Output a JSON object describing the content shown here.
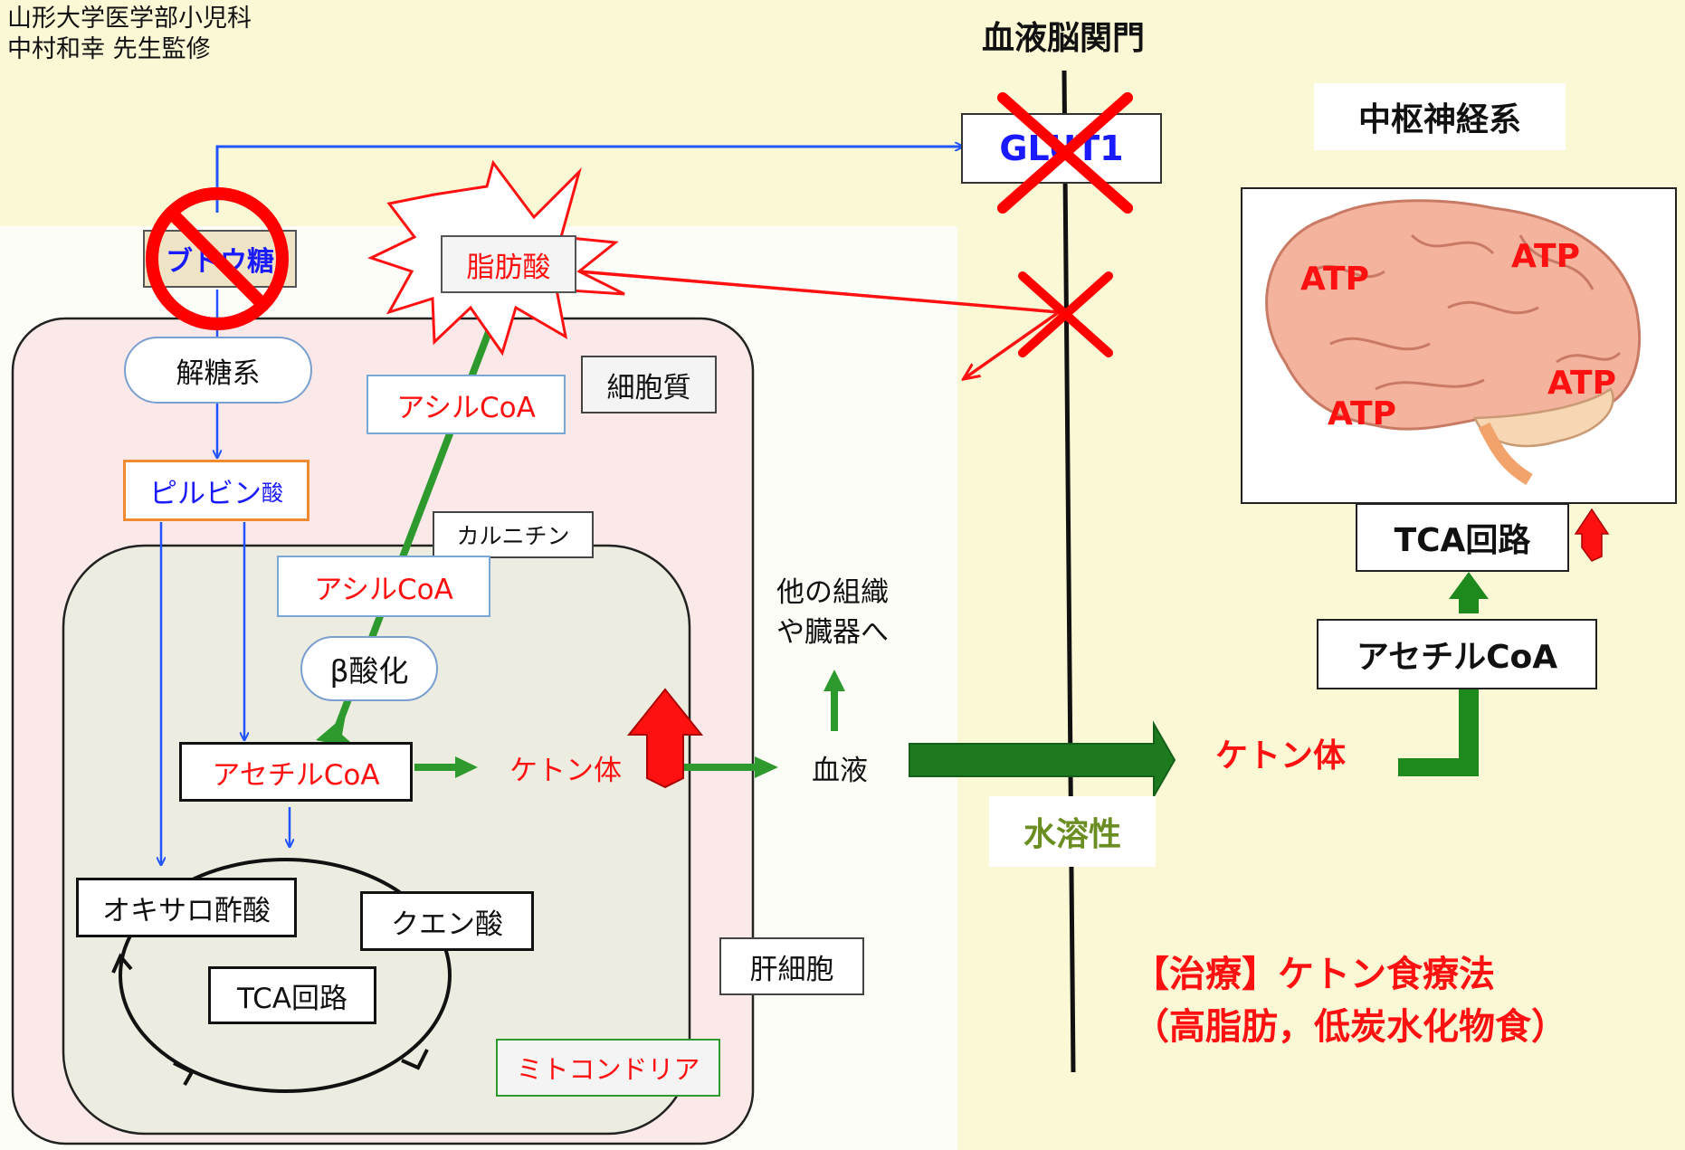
{
  "credit": {
    "line1": "山形大学医学部小児科",
    "line2": "中村和幸 先生監修"
  },
  "barrier": {
    "title": "血液脳関門",
    "glut1": "GLUT1"
  },
  "cns": {
    "title": "中枢神経系",
    "atp_labels": [
      "ATP",
      "ATP",
      "ATP",
      "ATP"
    ],
    "tca": "TCA回路",
    "acetyl_coa": "アセチルCoA",
    "ketone": "ケトン体"
  },
  "liver": {
    "glucose": "ブドウ糖",
    "fatty_acid": "脂肪酸",
    "glycolysis": "解糖系",
    "cytoplasm": "細胞質",
    "acyl_coa_cyto": "アシルCoA",
    "carnitine": "カルニチン",
    "pyruvate": "ピルビン",
    "pyruvate_suffix": "酸",
    "acyl_coa_mito": "アシルCoA",
    "beta_oxidation": "β酸化",
    "acetyl_coa": "アセチルCoA",
    "ketone": "ケトン体",
    "oxaloacetate": "オキサロ酢酸",
    "citrate": "クエン酸",
    "tca": "TCA回路",
    "hepatocyte": "肝細胞",
    "mitochondria": "ミトコンドリア"
  },
  "blood": {
    "label": "血液",
    "other_line1": "他の組織",
    "other_line2": "や臓器へ",
    "water_soluble": "水溶性"
  },
  "therapy": {
    "line1": "【治療】ケトン食療法",
    "line2": "（高脂肪，低炭水化物食）"
  },
  "colors": {
    "red": "#ff0000",
    "blue": "#1a1aff",
    "green": "#1e8a1e",
    "background": "#fbf8d6"
  }
}
